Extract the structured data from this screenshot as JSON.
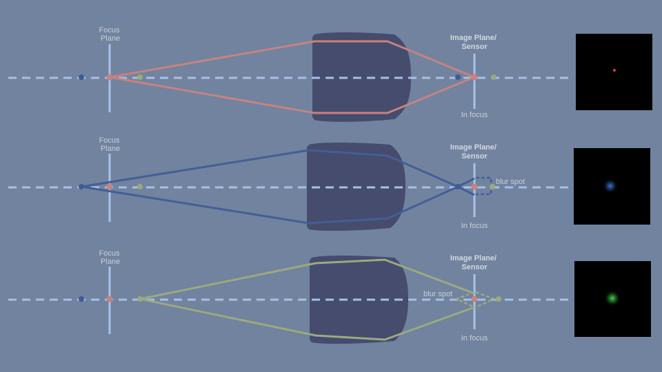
{
  "colors": {
    "background": "#71839f",
    "axis": "#a8c0e6",
    "plane_line": "#aac3ea",
    "lens": "#454c6d",
    "ray_in_focus": "#c6837f",
    "ray_near": "#445e96",
    "ray_far": "#9aaa80",
    "preview_bg": "#000000"
  },
  "rows": [
    {
      "id": "in-focus",
      "focus_plane_label": "Focus\nPlane",
      "sensor_label": "Image Plane/\nSensor",
      "in_focus_label": "In focus",
      "blur_label": "",
      "ray_color": "#c6837f",
      "spot_color": "#c84a3e"
    },
    {
      "id": "near",
      "focus_plane_label": "Focus\nPlane",
      "sensor_label": "Image Plane/\nSensor",
      "in_focus_label": "In focus",
      "blur_label": "blur spot",
      "ray_color": "#445e96",
      "spot_color": "#3e6fb8"
    },
    {
      "id": "far",
      "focus_plane_label": "Focus\nPlane",
      "sensor_label": "Image Plane/\nSensor",
      "in_focus_label": "In focus",
      "blur_label": "blur spot",
      "ray_color": "#9aaa80",
      "spot_color": "#3fbf4a"
    }
  ]
}
